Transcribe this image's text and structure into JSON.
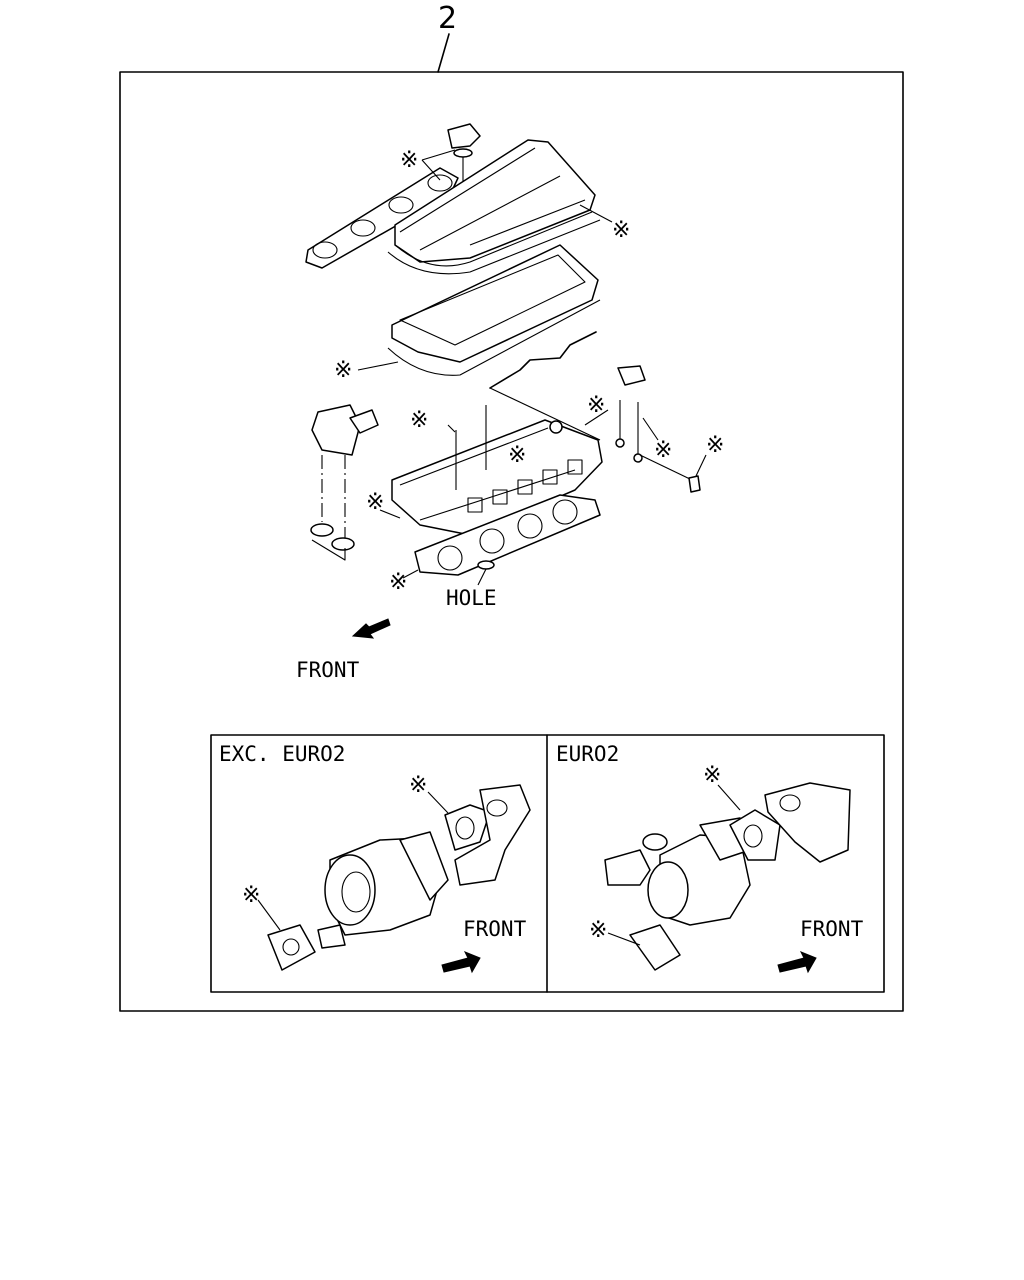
{
  "callout_number": "2",
  "main_diagram": {
    "hole_label": "HOLE",
    "front_label": "FRONT",
    "gasket_mark": "※"
  },
  "inset_left": {
    "title": "EXC. EURO2",
    "front_label": "FRONT",
    "gasket_mark": "※"
  },
  "inset_right": {
    "title": "EURO2",
    "front_label": "FRONT",
    "gasket_mark": "※"
  }
}
